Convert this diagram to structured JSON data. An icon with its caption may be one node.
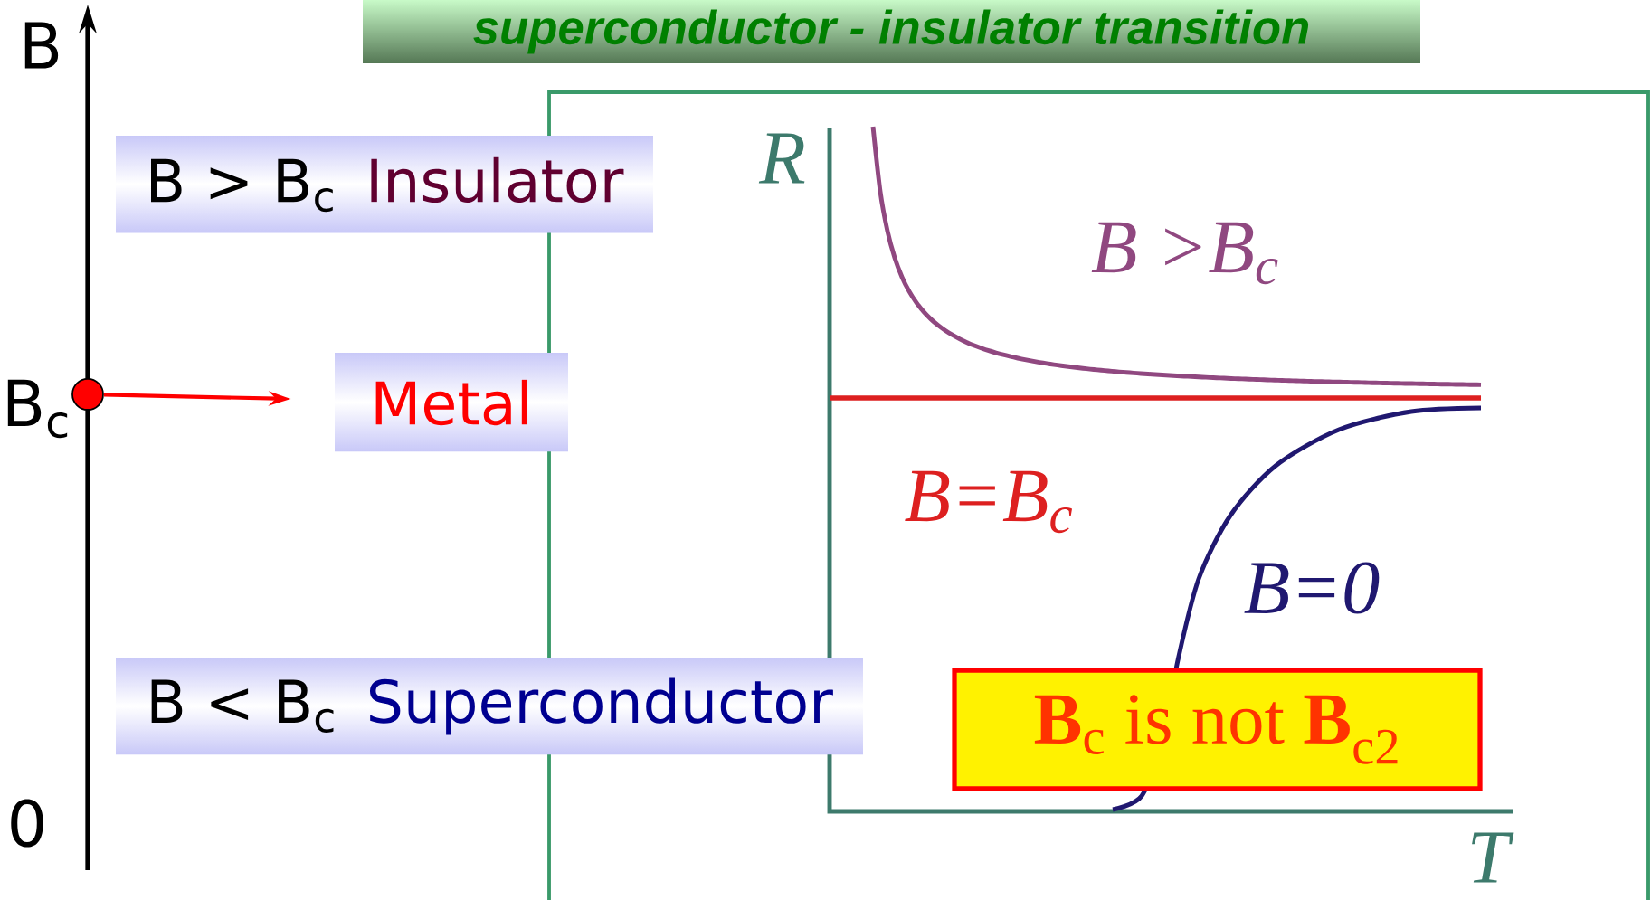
{
  "diagram": {
    "title": "superconductor - insulator transition",
    "nodes": [
      {
        "text": [
          "B > B$_{c}$",
          "Insulator"
        ]
      },
      {
        "text": [],
        "shape": "circle"
      },
      {
        "text": [
          "Metal"
        ]
      },
      {
        "text": [
          "B < B$_{c}$",
          "Superconductor"
        ]
      },
      {
        "text": [
          "**B**$_{c}$ is not **B**$_{c2}$"
        ]
      }
    ],
    "edges": [
      {
        "from": 1,
        "to": 2,
        "arrow": "to",
        "color": "#ff0000"
      }
    ],
    "labels": [
      "B",
      "B$_{c}$",
      "0",
      "R",
      "B >B$_{c}$",
      "B=B$_{c}$",
      "B=0",
      "T"
    ]
  }
}
